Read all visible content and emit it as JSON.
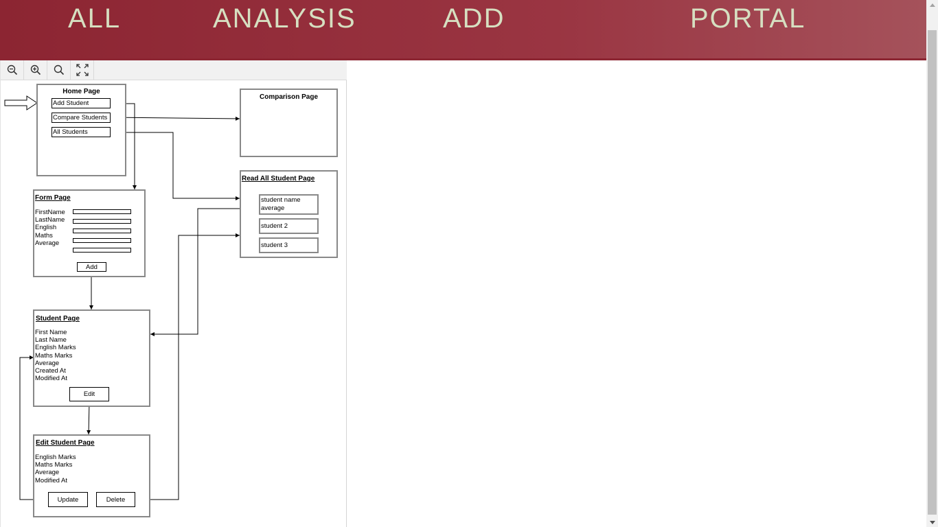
{
  "header": {
    "nav": [
      "ALL",
      "ANALYSIS",
      "ADD",
      "PORTAL"
    ],
    "text_color": "#d6dfc1",
    "bg_color": "#8c2532"
  },
  "toolbar": {
    "buttons": [
      "zoom-out-icon",
      "zoom-in-icon",
      "reset-zoom-icon",
      "fit-screen-icon"
    ]
  },
  "diagram": {
    "home_page": {
      "title": "Home Page",
      "buttons": [
        "Add Student",
        "Compare Students",
        "All Students"
      ]
    },
    "comparison_page": {
      "title": "Comparison Page"
    },
    "read_all_page": {
      "title": "Read All Student Page",
      "items": [
        "student name",
        "average",
        "student 2",
        "student 3"
      ]
    },
    "form_page": {
      "title": "Form Page",
      "fields": [
        "FirstName",
        "LastName",
        "English",
        "Maths",
        "Average"
      ],
      "button": "Add"
    },
    "student_page": {
      "title": "Student Page",
      "fields": [
        "First Name",
        "Last Name",
        "English Marks",
        "Maths Marks",
        "Average",
        "Created At",
        "Modified At"
      ],
      "button": "Edit"
    },
    "edit_page": {
      "title": "Edit Student Page",
      "fields": [
        "English Marks",
        "Maths Marks",
        "Average",
        "Modified At"
      ],
      "buttons": [
        "Update",
        "Delete"
      ]
    }
  }
}
